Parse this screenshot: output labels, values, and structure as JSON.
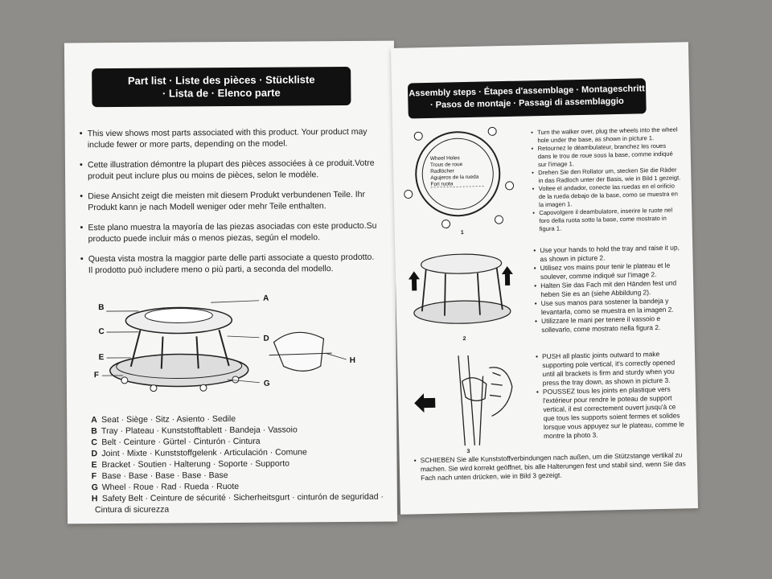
{
  "left_page": {
    "title_line1": "Part list · Liste des pièces · Stückliste",
    "title_line2": "· Lista de · Elenco parte",
    "bullets": [
      "This view shows most parts associated with this product. Your product may include fewer or more parts, depending on the model.",
      "Cette illustration démontre la plupart des pièces associées à ce produit.Votre produit peut inclure plus ou moins de pièces, selon le modèle.",
      "Diese Ansicht zeigt die meisten mit diesem Produkt verbundenen Teile. Ihr Produkt kann je nach Modell weniger oder mehr Teile enthalten.",
      "Este plano muestra la mayoría de las piezas asociadas con este producto.Su producto puede incluir más o menos piezas, según el modelo.",
      "Questa vista mostra la maggior parte delle parti associate a questo prodotto. Il prodotto può includere meno o più parti, a seconda del modello."
    ],
    "diagram_labels": [
      "A",
      "B",
      "C",
      "D",
      "E",
      "F",
      "G",
      "H"
    ],
    "parts": [
      {
        "letter": "A",
        "text": "Seat · Siège · Sitz · Asiento · Sedile"
      },
      {
        "letter": "B",
        "text": "Tray · Plateau · Kunststofftablett · Bandeja · Vassoio"
      },
      {
        "letter": "C",
        "text": "Belt · Ceinture · Gürtel · Cinturón · Cintura"
      },
      {
        "letter": "D",
        "text": "Joint · Mixte · Kunststoffgelenk · Articulación · Comune"
      },
      {
        "letter": "E",
        "text": "Bracket · Soutien · Halterung · Soporte · Supporto"
      },
      {
        "letter": "F",
        "text": "Base · Base · Base · Base · Base"
      },
      {
        "letter": "G",
        "text": "Wheel · Roue · Rad · Rueda · Ruote"
      },
      {
        "letter": "H",
        "text": "Safety Belt · Ceinture de sécurité · Sicherheitsgurt · cinturón de seguridad ·"
      }
    ],
    "parts_continuation": "Cintura di sicurezza"
  },
  "right_page": {
    "title_line1": "Assembly steps · Étapes d'assemblage · Montageschritt",
    "title_line2": "· Pasos de montaje · Passagi di assemblaggio",
    "wheel_hole_labels": [
      "Wheel Holes",
      "Trous de roue",
      "Radlöcher",
      "Agujeros de la rueda",
      "Fori ruota"
    ],
    "step1_num": "1",
    "step2_num": "2",
    "step3_num": "3",
    "step1": [
      "Turn the walker over, plug the wheels into the wheel hole under the base, as shown in picture 1.",
      "Retournez le déambulateur, branchez les roues dans le trou de roue sous la base, comme indiqué sur l'image 1.",
      "Drehen Sie den Rollator um, stecken Sie die Räder in das Radloch unter der Basis, wie in Bild 1 gezeigt.",
      "Voltee el andador, conecte las ruedas en el orificio de la rueda debajo de la base, como se muestra en la imagen 1.",
      "Capovolgere il deambulatore, inserire le ruote nel foro della ruota sotto la base, come mostrato in figura 1."
    ],
    "step2": [
      "Use your hands to hold the tray and raise it up, as shown in picture 2.",
      "Utilisez vos mains pour tenir le plateau et le soulever, comme indiqué sur l'image 2.",
      "Halten Sie das Fach mit den Händen fest und heben Sie es an (siehe Abbildung 2).",
      "Use sus manos para sostener la bandeja y levantarla, como se muestra en la imagen 2.",
      "Utilizzare le mani per tenere il vassoio e sollevarlo, come mostrato nella figura 2."
    ],
    "step3": [
      "PUSH all plastic joints outward to make supporting pole vertical, it's correctly opened until all brackets is firm and sturdy when you press the tray down, as shown in picture 3.",
      "POUSSEZ tous les joints en plastique vers l'extérieur pour rendre le poteau de support vertical, il est correctement ouvert jusqu'à ce que tous les supports soient fermes et solides lorsque vous appuyez sur le plateau, comme le montre la photo 3."
    ],
    "bottom_note": "SCHIEBEN Sie alle Kunststoffverbindungen nach außen, um die Stützstange vertikal zu machen. Sie wird korrekt geöffnet, bis alle Halterungen fest und stabil sind, wenn Sie das Fach nach unten drücken, wie in Bild 3 gezeigt."
  },
  "colors": {
    "paper": "#f6f6f4",
    "banner": "#111111",
    "background": "#8f8d89"
  }
}
